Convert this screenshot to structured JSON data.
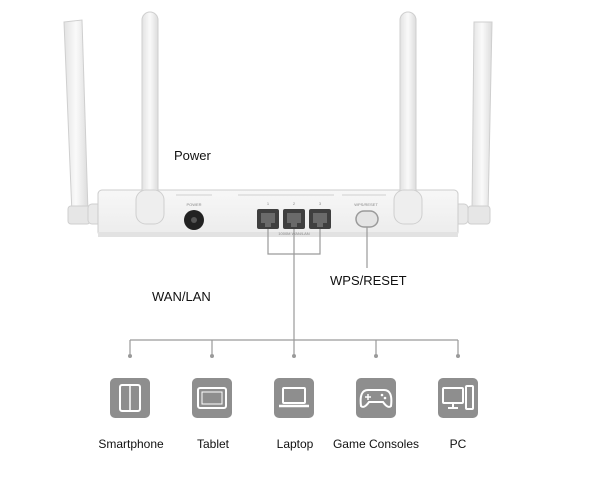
{
  "callouts": {
    "power": "Power",
    "wan_lan": "WAN/LAN",
    "wps_reset": "WPS/RESET"
  },
  "panel_text": {
    "power_port": "POWER",
    "wps_port": "WPS/RESET",
    "port_numbers": [
      "1",
      "2",
      "3"
    ],
    "port_caption": "1000M WAN/LAN"
  },
  "devices": [
    {
      "label": "Smartphone",
      "icon": "smartphone-icon"
    },
    {
      "label": "Tablet",
      "icon": "tablet-icon"
    },
    {
      "label": "Laptop",
      "icon": "laptop-icon"
    },
    {
      "label": "Game Consoles",
      "icon": "gamepad-icon"
    },
    {
      "label": "PC",
      "icon": "pc-icon"
    }
  ],
  "colors": {
    "router_body": "#f2f2f2",
    "outline": "#c8c8c8",
    "connector_line": "#9a9a9a",
    "icon_tile": "#8e8e8e",
    "port_dark": "#555555"
  }
}
